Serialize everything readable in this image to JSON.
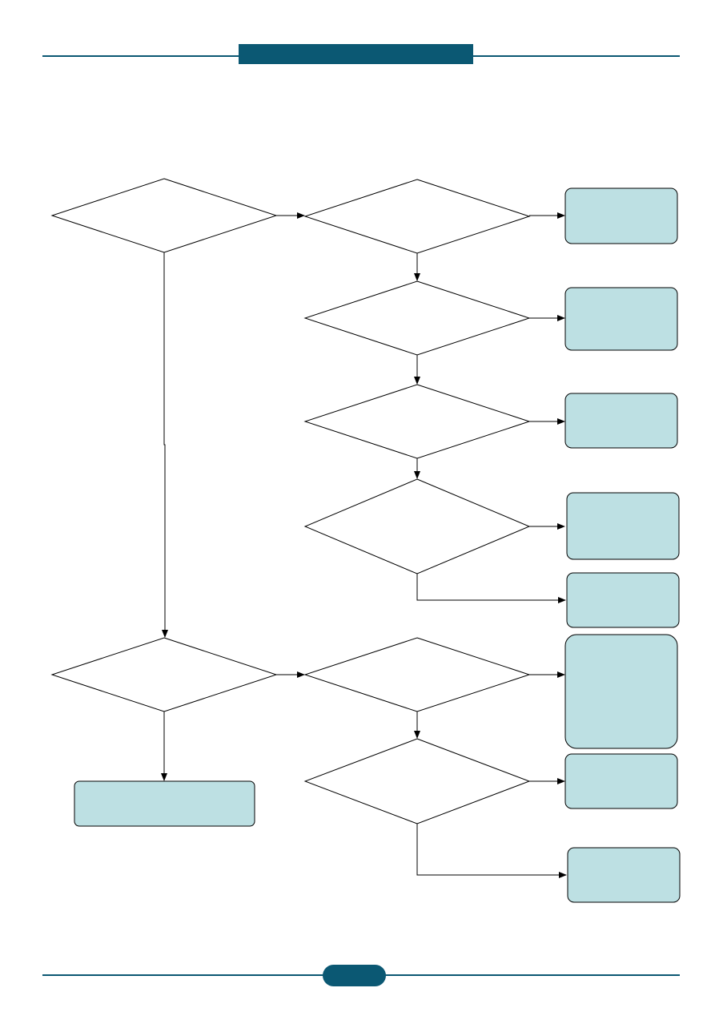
{
  "colors": {
    "accent": "#0b5873",
    "box_fill": "#bde0e3",
    "stroke": "#000000"
  },
  "header": {
    "title": ""
  },
  "footer": {
    "page_number": ""
  },
  "flowchart": {
    "decisions": [
      {
        "id": "d1",
        "label": ""
      },
      {
        "id": "d2",
        "label": ""
      },
      {
        "id": "d3",
        "label": ""
      },
      {
        "id": "d4",
        "label": ""
      },
      {
        "id": "d5",
        "label": ""
      },
      {
        "id": "d6",
        "label": ""
      },
      {
        "id": "d7",
        "label": ""
      },
      {
        "id": "d8",
        "label": ""
      }
    ],
    "actions": [
      {
        "id": "a1",
        "label": ""
      },
      {
        "id": "a2",
        "label": ""
      },
      {
        "id": "a3",
        "label": ""
      },
      {
        "id": "a4",
        "label": ""
      },
      {
        "id": "a5",
        "label": ""
      },
      {
        "id": "a6",
        "label": ""
      },
      {
        "id": "a7",
        "label": ""
      },
      {
        "id": "a8",
        "label": ""
      },
      {
        "id": "a9",
        "label": ""
      }
    ]
  }
}
